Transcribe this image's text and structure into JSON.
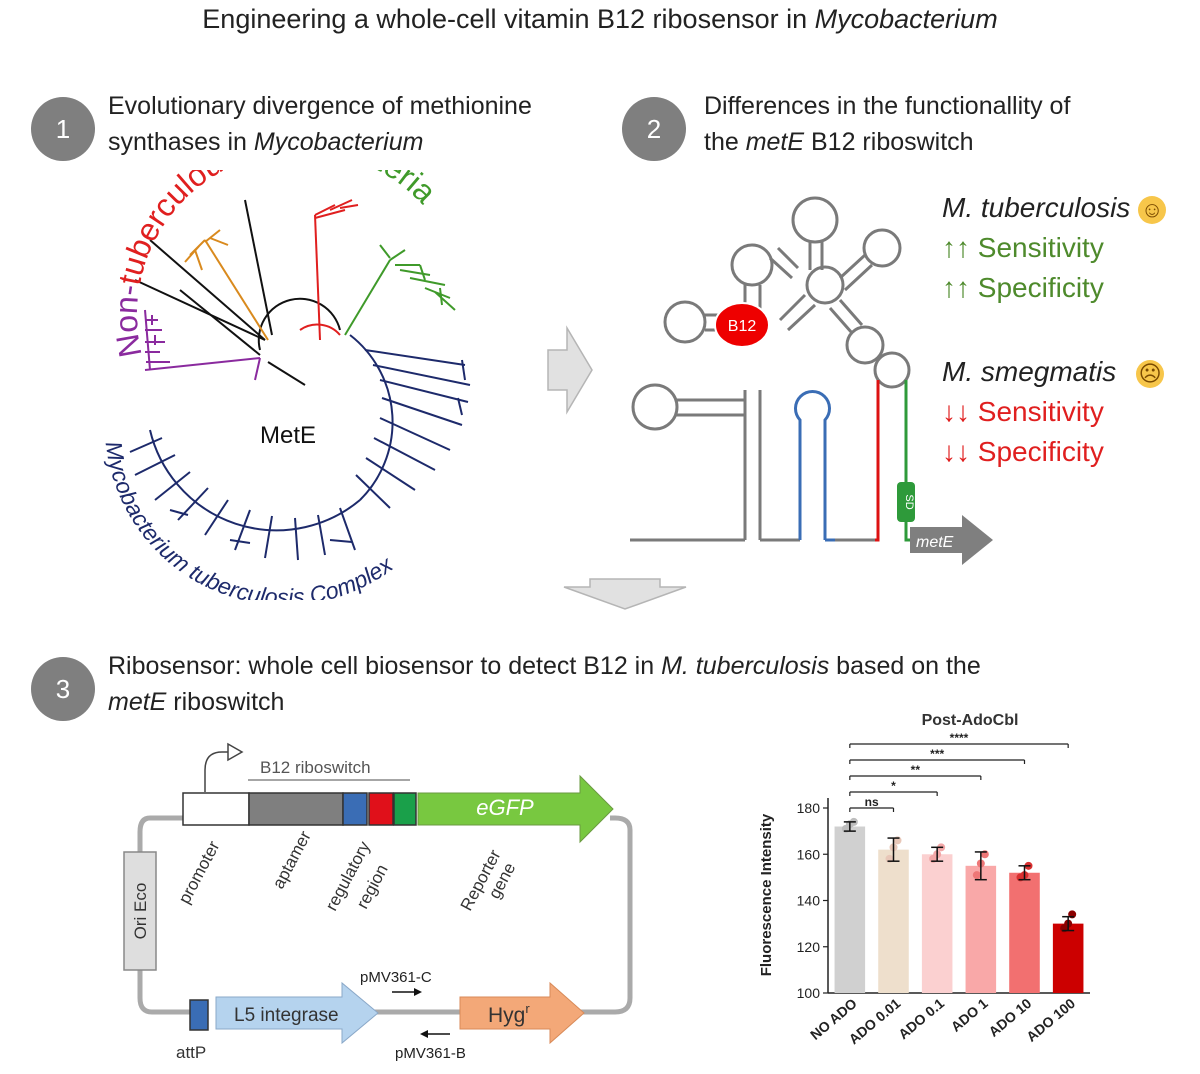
{
  "title": {
    "main": "Engineering a whole-cell vitamin B12 ribosensor in ",
    "organism": "Mycobacterium"
  },
  "section1": {
    "number": "1",
    "line1": "Evolutionary divergence of methionine",
    "line2_prefix": "synthases in ",
    "line2_italic": "Mycobacterium",
    "tree": {
      "label_non": "Non-",
      "label_tuberculous": "tuberculous",
      "label_myco": "mycobacteria",
      "label_center": "MetE",
      "label_complex": "Mycobacterium tuberculosis Complex"
    }
  },
  "section2": {
    "number": "2",
    "line1": "Differences in the functionallity of",
    "line2_prefix": "the ",
    "line2_italic": "metE",
    "line2_suffix": " B12 riboswitch",
    "b12_label": "B12",
    "sd_label": "SD",
    "gene_label": "metE",
    "mtb": {
      "name": "M. tuberculosis",
      "emoji": "☺",
      "sensitivity": "↑↑ Sensitivity",
      "specificity": "↑↑ Specificity"
    },
    "msm": {
      "name": "M. smegmatis",
      "emoji": "☹",
      "sensitivity": "↓↓ Sensitivity",
      "specificity": "↓↓ Specificity"
    }
  },
  "section3": {
    "number": "3",
    "line1_prefix": "Ribosensor: whole cell biosensor to detect B12 in ",
    "line1_italic": "M. tuberculosis",
    "line1_suffix": " based on the",
    "line2_italic": "metE",
    "line2_suffix": " riboswitch",
    "plasmid": {
      "riboswitch_label": "B12 riboswitch",
      "egfp": "eGFP",
      "promoter": "promoter",
      "aptamer": "aptamer",
      "regulatory1": "regulatory",
      "regulatory2": "region",
      "reporter1": "Reporter",
      "reporter2": "gene",
      "ori": "Ori Eco",
      "integrase": "L5 integrase",
      "attp": "attP",
      "hyg": "Hyg",
      "hyg_sup": "r",
      "primer_c": "pMV361-C",
      "primer_b": "pMV361-B"
    }
  },
  "chart_data": {
    "type": "bar",
    "title": "Post-AdoCbl",
    "ylabel": "Fluorescence Intensity",
    "xlabel": "",
    "categories": [
      "NO ADO",
      "ADO 0.01",
      "ADO 0.1",
      "ADO 1",
      "ADO 10",
      "ADO 100"
    ],
    "values": [
      172,
      162,
      160,
      155,
      152,
      130
    ],
    "errors": [
      2,
      5,
      3,
      6,
      3,
      3
    ],
    "points": [
      [
        171,
        173,
        174
      ],
      [
        158,
        163,
        166
      ],
      [
        158,
        160,
        163
      ],
      [
        151,
        156,
        160
      ],
      [
        150,
        151,
        155
      ],
      [
        128,
        130,
        134
      ]
    ],
    "colors": [
      "#d0d0d0",
      "#eedfcc",
      "#fbd0d0",
      "#f9a8a8",
      "#f27070",
      "#cc0000"
    ],
    "dot_colors": [
      "#bdbdbd",
      "#e8c7b8",
      "#f2a7a7",
      "#ee7777",
      "#d93030",
      "#8b0000"
    ],
    "ylim": [
      100,
      180
    ],
    "yticks": [
      100,
      120,
      140,
      160,
      180
    ],
    "significance": [
      {
        "from": 0,
        "to": 1,
        "label": "ns"
      },
      {
        "from": 0,
        "to": 2,
        "label": "*"
      },
      {
        "from": 0,
        "to": 3,
        "label": "**"
      },
      {
        "from": 0,
        "to": 4,
        "label": "***"
      },
      {
        "from": 0,
        "to": 5,
        "label": "****"
      }
    ],
    "grid": false
  },
  "colors": {
    "green": "#4e8a2c",
    "red": "#e01f1f",
    "navy": "#1d2a6b",
    "purple": "#8a2a9e",
    "orange": "#d98a1e",
    "gray": "#7f7f7f"
  }
}
